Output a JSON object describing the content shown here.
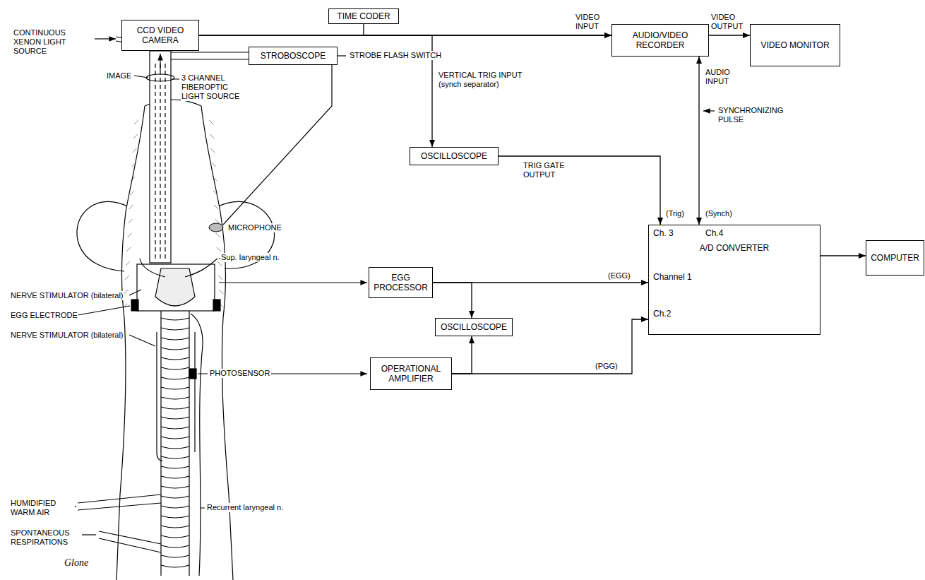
{
  "diagram": {
    "nodes": [
      {
        "text": [
          "CCD VIDEO CAMERA"
        ]
      },
      {
        "text": [
          "STROBOSCOPE"
        ]
      },
      {
        "text": [
          "TIME CODER"
        ]
      },
      {
        "text": [
          "AUDIO/VIDEO RECORDER"
        ]
      },
      {
        "text": [
          "VIDEO MONITOR"
        ]
      },
      {
        "text": [
          "OSCILLOSCOPE"
        ]
      },
      {
        "text": [
          "A/D CONVERTER",
          "Ch. 3",
          "Ch.4",
          "Channel 1",
          "Ch.2"
        ]
      },
      {
        "text": [
          "COMPUTER"
        ]
      },
      {
        "text": [
          "EGG PROCESSOR"
        ]
      },
      {
        "text": [
          "OSCILLOSCOPE"
        ]
      },
      {
        "text": [
          "OPERATIONAL AMPLIFIER"
        ]
      }
    ],
    "edges": [
      {
        "from": 0,
        "to": 3,
        "arrow": "to",
        "label": "VIDEO INPUT"
      },
      {
        "from": 2,
        "to": 3,
        "arrow": "to"
      },
      {
        "from": 0,
        "to": 5,
        "arrow": "to",
        "label": "VERTICAL TRIG INPUT (synch separator)"
      },
      {
        "from": 3,
        "to": 4,
        "arrow": "to",
        "label": "VIDEO OUTPUT"
      },
      {
        "from": 5,
        "to": 6,
        "arrow": "to",
        "label": "TRIG GATE OUTPUT"
      },
      {
        "from": 3,
        "to": 6,
        "arrow": "both",
        "label": "AUDIO INPUT"
      },
      {
        "from": 6,
        "to": 7,
        "arrow": "to"
      },
      {
        "from": 8,
        "to": 6,
        "arrow": "to"
      },
      {
        "from": 8,
        "to": 9,
        "arrow": "to"
      },
      {
        "from": 10,
        "to": 6,
        "arrow": "to"
      },
      {
        "from": 10,
        "to": 9,
        "arrow": "to"
      }
    ],
    "labels": [
      "CONTINUOUS XENON LIGHT SOURCE",
      "IMAGE",
      "3 CHANNEL FIBEROPTIC LIGHT SOURCE",
      "STROBE FLASH SWITCH",
      "MICROPHONE",
      "Sup. laryngeal n.",
      "NERVE STIMULATOR (bilateral)",
      "EGG ELECTRODE",
      "NERVE STIMULATOR (bilateral)",
      "PHOTOSENSOR",
      "HUMIDIFIED WARM AIR",
      "SPONTANEOUS RESPIRATIONS",
      "Recurrent laryngeal n.",
      "SYNCHRONIZING PULSE",
      "(Trig)",
      "(Synch)",
      "(EGG)",
      "(PGG)",
      "Glone"
    ]
  }
}
